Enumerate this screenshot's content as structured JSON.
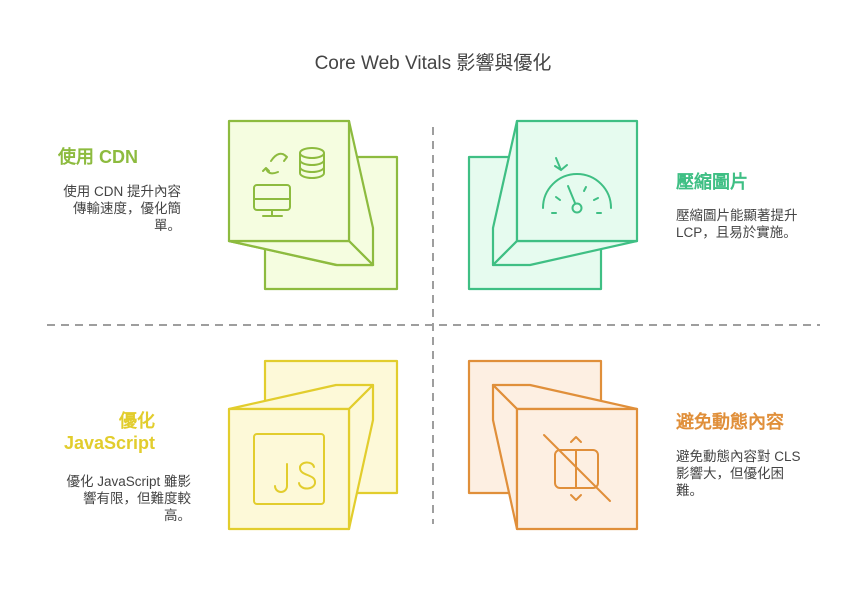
{
  "title": "Core Web Vitals 影響與優化",
  "colors": {
    "green": "#8dbb3f",
    "green_fill": "#f5fde0",
    "teal": "#3fbf84",
    "teal_fill": "#e6fbef",
    "yellow": "#e2cd2d",
    "yellow_fill": "#fdf9d8",
    "orange": "#e08f3a",
    "orange_fill": "#fdefe2",
    "divider": "#9e9e9e",
    "text": "#444444"
  },
  "quadrants": [
    {
      "id": "cdn",
      "heading": "使用 CDN",
      "desc_lines": [
        "使用 CDN 提升內容",
        "傳輸速度，優化簡",
        "單。"
      ],
      "icon": "server-sync-icon"
    },
    {
      "id": "compress",
      "heading": "壓縮圖片",
      "desc_lines": [
        "壓縮圖片能顯著提升",
        "LCP，且易於實施。"
      ],
      "icon": "speedometer-icon"
    },
    {
      "id": "js",
      "heading_lines": [
        "優化",
        "JavaScript"
      ],
      "desc_lines": [
        "優化 JavaScript 雖影",
        "響有限，但難度較",
        "高。"
      ],
      "icon": "javascript-icon"
    },
    {
      "id": "dynamic",
      "heading": "避免動態內容",
      "desc_lines": [
        "避免動態內容對 CLS",
        "影響大，但優化困",
        "難。"
      ],
      "icon": "no-layout-shift-icon"
    }
  ]
}
